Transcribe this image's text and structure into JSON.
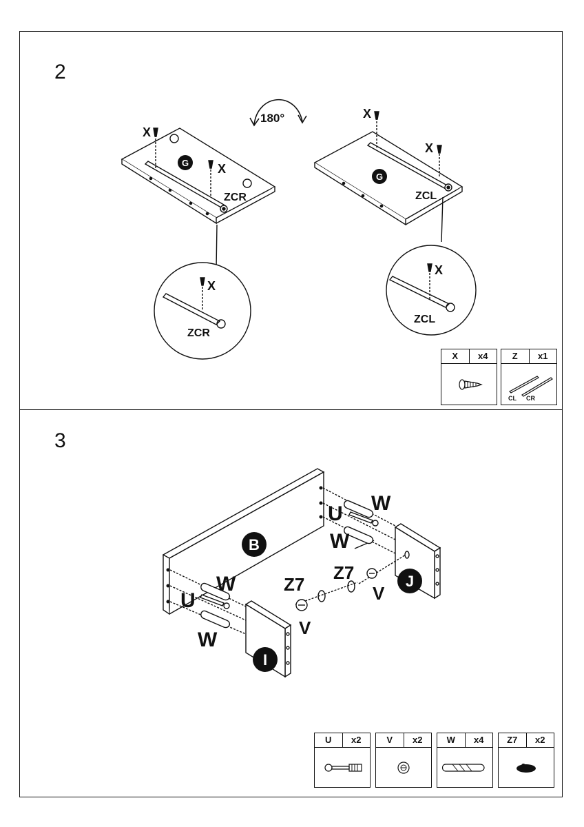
{
  "steps": [
    {
      "number": "2",
      "rotation_label": "180°",
      "panel_label": "G",
      "screw_label": "X",
      "slide_right_label": "ZCR",
      "slide_left_label": "ZCL",
      "parts": [
        {
          "code": "X",
          "qty": "x4",
          "icon": "screw-icon"
        },
        {
          "code": "Z",
          "qty": "x1",
          "icon": "drawer-slide-icon",
          "sub_labels": [
            "CL",
            "CR"
          ]
        }
      ]
    },
    {
      "number": "3",
      "panel_labels": [
        "B",
        "J",
        "I"
      ],
      "fastener_labels": {
        "dowel": "W",
        "bolt": "U",
        "cam_lock": "V",
        "cap": "Z7"
      },
      "parts": [
        {
          "code": "U",
          "qty": "x2",
          "icon": "cam-bolt-icon"
        },
        {
          "code": "V",
          "qty": "x2",
          "icon": "cam-lock-icon"
        },
        {
          "code": "W",
          "qty": "x4",
          "icon": "wood-dowel-icon"
        },
        {
          "code": "Z7",
          "qty": "x2",
          "icon": "cover-cap-icon"
        }
      ]
    }
  ]
}
